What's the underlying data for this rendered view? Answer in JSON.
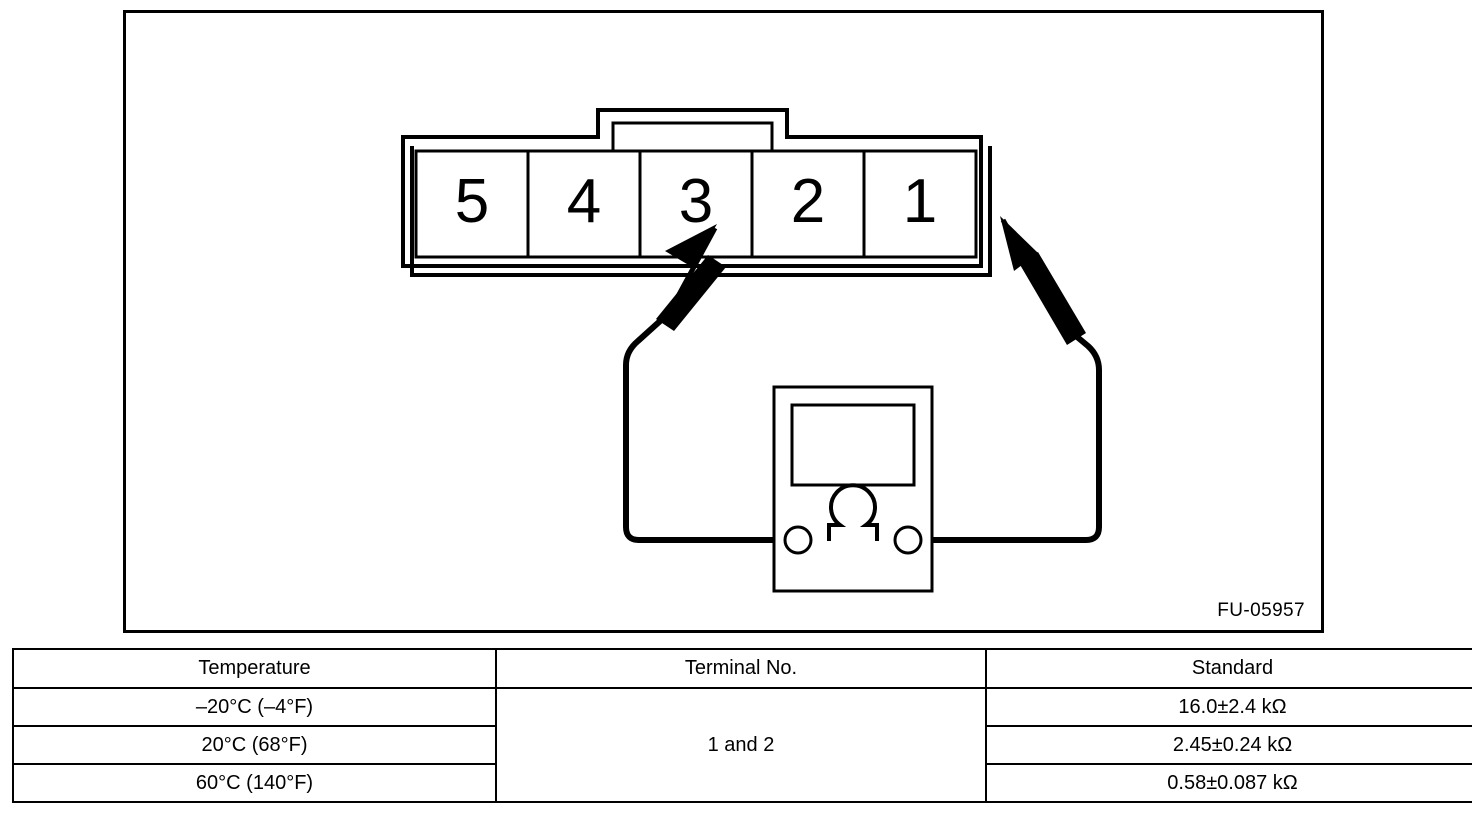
{
  "figure": {
    "reference_label": "FU-05957",
    "connector": {
      "name": "5-pin connector",
      "terminal_labels": [
        "5",
        "4",
        "3",
        "2",
        "1"
      ]
    },
    "meter": {
      "name": "ohmmeter",
      "symbol": "Ω",
      "display_label": ""
    },
    "probes": [
      {
        "name": "probe-terminal-2",
        "attached_terminal": "2"
      },
      {
        "name": "probe-terminal-1",
        "attached_terminal": "1"
      }
    ],
    "colors": {
      "stroke": "#000000",
      "background": "#ffffff",
      "probe_body": "#000000"
    }
  },
  "table": {
    "headers": [
      "Temperature",
      "Terminal No.",
      "Standard"
    ],
    "terminal_no": "1 and 2",
    "rows": [
      {
        "temperature": "–20°C (–4°F)",
        "standard": "16.0±2.4 kΩ"
      },
      {
        "temperature": "20°C (68°F)",
        "standard": "2.45±0.24 kΩ"
      },
      {
        "temperature": "60°C (140°F)",
        "standard": "0.58±0.087 kΩ"
      }
    ]
  }
}
